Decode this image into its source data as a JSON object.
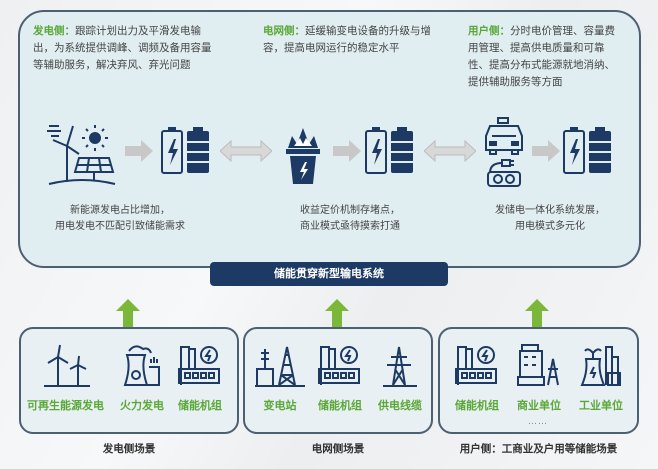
{
  "top_section": {
    "generation": {
      "label": "发电侧：",
      "text": "跟踪计划出力及平滑发电输出，为系统提供调峰、调频及备用容量等辅助服务，解决弃风、弃光问题",
      "caption_line1": "新能源发电占比增加，",
      "caption_line2": "用电发电不匹配引致储能需求"
    },
    "grid": {
      "label": "电网侧：",
      "text": "延缓输变电设备的升级与增容，提高电网运行的稳定水平",
      "caption_line1": "收益定价机制存堵点，",
      "caption_line2": "商业模式亟待摸索打通"
    },
    "user": {
      "label": "用户侧：",
      "text": "分时电价管理、容量费用管理、提高供电质量和可靠性、提高分布式能源就地消纳、提供辅助服务等方面",
      "caption_line1": "发储电一体化系统发展，",
      "caption_line2": "用电模式多元化"
    }
  },
  "banner": "储能贯穿新型输电系统",
  "scenes": [
    {
      "title": "发电侧场景",
      "items": [
        "可再生能源发电",
        "火力发电",
        "储能机组"
      ]
    },
    {
      "title": "电网侧场景",
      "items": [
        "变电站",
        "储能机组",
        "供电线缆"
      ]
    },
    {
      "title": "用户侧：工商业及户用等储能场景",
      "items": [
        "储能机组",
        "商业单位",
        "工业单位"
      ],
      "more": "……"
    }
  ],
  "colors": {
    "navy": "#1c3a63",
    "green": "#5aa838",
    "panel_bg": "#e1eef1",
    "arrow_gray": "#c8c8c8"
  }
}
